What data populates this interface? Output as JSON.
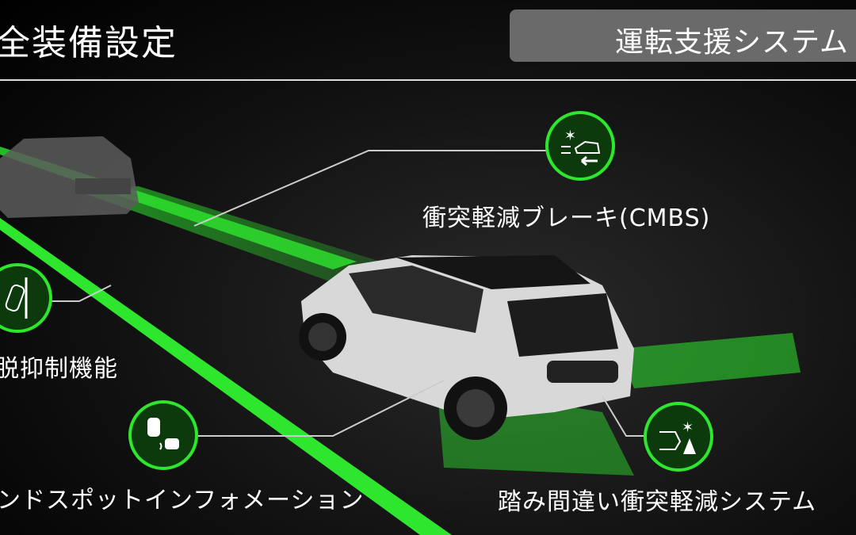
{
  "header": {
    "title": "全装備設定",
    "category_label": "運転支援システム"
  },
  "features": [
    {
      "label": "衝突軽減ブレーキ(CMBS)",
      "icon": "collision-brake-icon"
    },
    {
      "label": "脱抑制機能",
      "icon": "lane-departure-icon"
    },
    {
      "label": "ンドスポットインフォメーション",
      "icon": "blind-spot-icon"
    },
    {
      "label": "踏み間違い衝突軽減システム",
      "icon": "pedal-misapplication-icon"
    }
  ],
  "colors": {
    "accent": "#2ee62e",
    "badge_bg": "#0c3a0c",
    "pill": "#6a6a6a"
  }
}
